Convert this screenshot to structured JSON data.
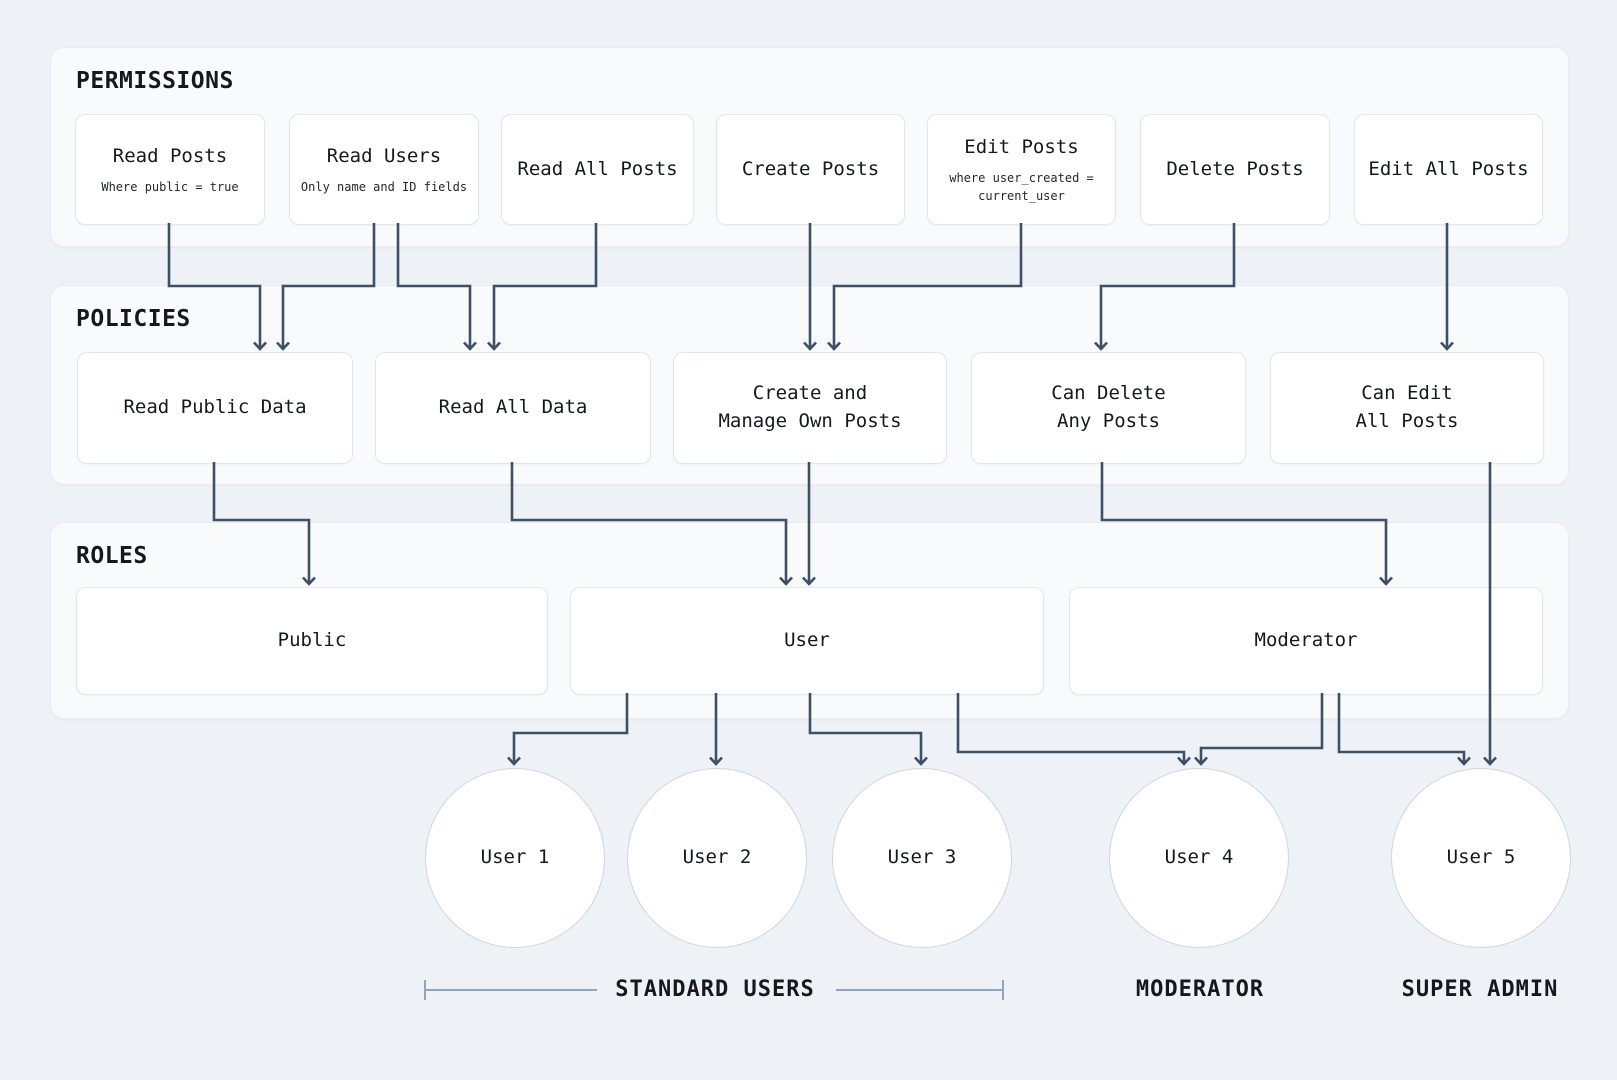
{
  "sections": {
    "permissions": {
      "label": "PERMISSIONS",
      "items": [
        {
          "label": "Read Posts",
          "sublabel": "Where public = true"
        },
        {
          "label": "Read Users",
          "sublabel": "Only name and ID fields"
        },
        {
          "label": "Read All Posts"
        },
        {
          "label": "Create Posts"
        },
        {
          "label": "Edit Posts",
          "sublabel": "where user_created =\ncurrent_user"
        },
        {
          "label": "Delete Posts"
        },
        {
          "label": "Edit All Posts"
        }
      ]
    },
    "policies": {
      "label": "POLICIES",
      "items": [
        {
          "label": "Read Public Data"
        },
        {
          "label": "Read All Data"
        },
        {
          "label": "Create and\nManage Own Posts"
        },
        {
          "label": "Can Delete\nAny Posts"
        },
        {
          "label": "Can Edit\nAll Posts"
        }
      ]
    },
    "roles": {
      "label": "ROLES",
      "items": [
        {
          "label": "Public"
        },
        {
          "label": "User"
        },
        {
          "label": "Moderator"
        }
      ]
    }
  },
  "users": [
    {
      "label": "User 1"
    },
    {
      "label": "User 2"
    },
    {
      "label": "User 3"
    },
    {
      "label": "User 4"
    },
    {
      "label": "User 5"
    }
  ],
  "group_labels": [
    {
      "label": "STANDARD USERS"
    },
    {
      "label": "MODERATOR"
    },
    {
      "label": "SUPER ADMIN"
    }
  ],
  "edges": [
    {
      "from": "Read Posts",
      "to": "Read Public Data"
    },
    {
      "from": "Read Users",
      "to": "Read Public Data"
    },
    {
      "from": "Read Users",
      "to": "Read All Data"
    },
    {
      "from": "Read All Posts",
      "to": "Read All Data"
    },
    {
      "from": "Create Posts",
      "to": "Create and Manage Own Posts"
    },
    {
      "from": "Edit Posts",
      "to": "Create and Manage Own Posts"
    },
    {
      "from": "Delete Posts",
      "to": "Can Delete Any Posts"
    },
    {
      "from": "Edit All Posts",
      "to": "Can Edit All Posts"
    },
    {
      "from": "Read Public Data",
      "to": "Public"
    },
    {
      "from": "Read All Data",
      "to": "User"
    },
    {
      "from": "Create and Manage Own Posts",
      "to": "User"
    },
    {
      "from": "Can Delete Any Posts",
      "to": "Moderator"
    },
    {
      "from": "Can Edit All Posts",
      "to": "User 5"
    },
    {
      "from": "User",
      "to": "User 1"
    },
    {
      "from": "User",
      "to": "User 2"
    },
    {
      "from": "User",
      "to": "User 3"
    },
    {
      "from": "User",
      "to": "User 4"
    },
    {
      "from": "Moderator",
      "to": "User 4"
    },
    {
      "from": "Moderator",
      "to": "User 5"
    }
  ],
  "colors": {
    "page_bg": "#eef2f7",
    "section_bg": "#f8fafc",
    "section_border": "#e6ecf2",
    "node_border": "#e1e7ee",
    "circle_border": "#ccd6e2",
    "connector": "#3e5066",
    "bracket": "#8fa5bf",
    "text": "#15181e"
  }
}
